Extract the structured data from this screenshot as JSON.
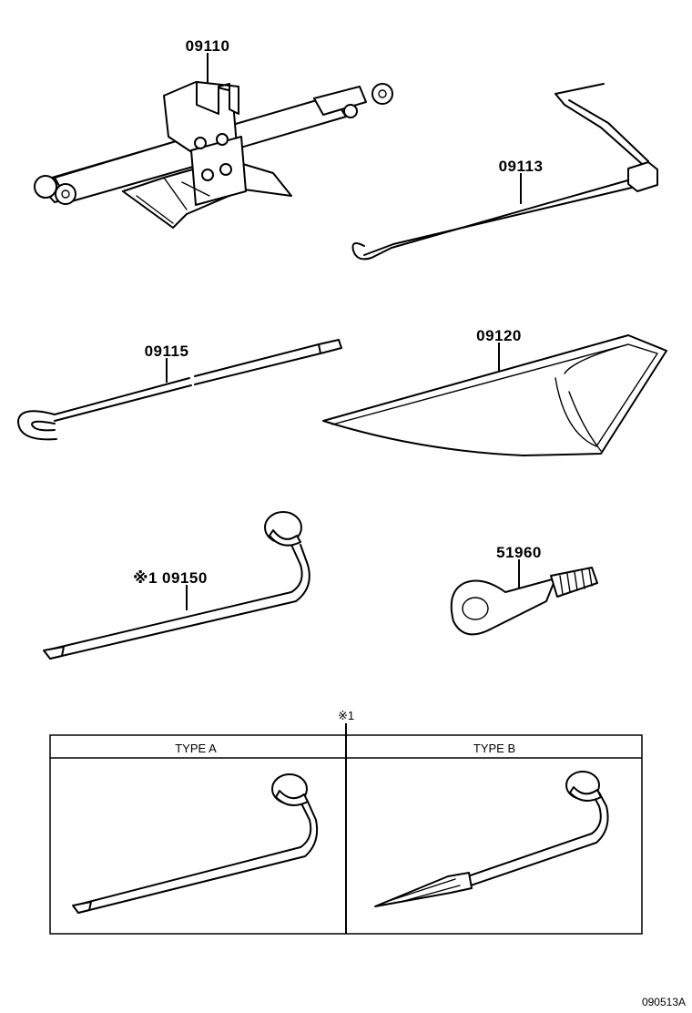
{
  "parts": [
    {
      "key": "jack",
      "number": "09110"
    },
    {
      "key": "jack-handle",
      "number": "09113"
    },
    {
      "key": "jack-handle-extension",
      "number": "09115"
    },
    {
      "key": "tool-bag",
      "number": "09120"
    },
    {
      "key": "wheel-nut-wrench",
      "number": "09150",
      "note_mark": "※1"
    },
    {
      "key": "towing-eye",
      "number": "51960"
    }
  ],
  "variant_table": {
    "note_mark": "※1",
    "columns": [
      {
        "label": "TYPE A"
      },
      {
        "label": "TYPE B"
      }
    ]
  },
  "figure_id": "090513A"
}
